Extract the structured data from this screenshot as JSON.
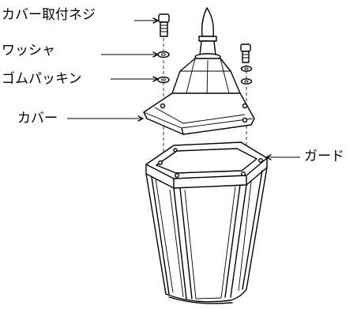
{
  "labels": {
    "cover_screw": "カバー取付ネジ",
    "washer": "ワッシャ",
    "rubber_packing": "ゴムパッキン",
    "cover": "カバー",
    "guard": "ガード"
  }
}
